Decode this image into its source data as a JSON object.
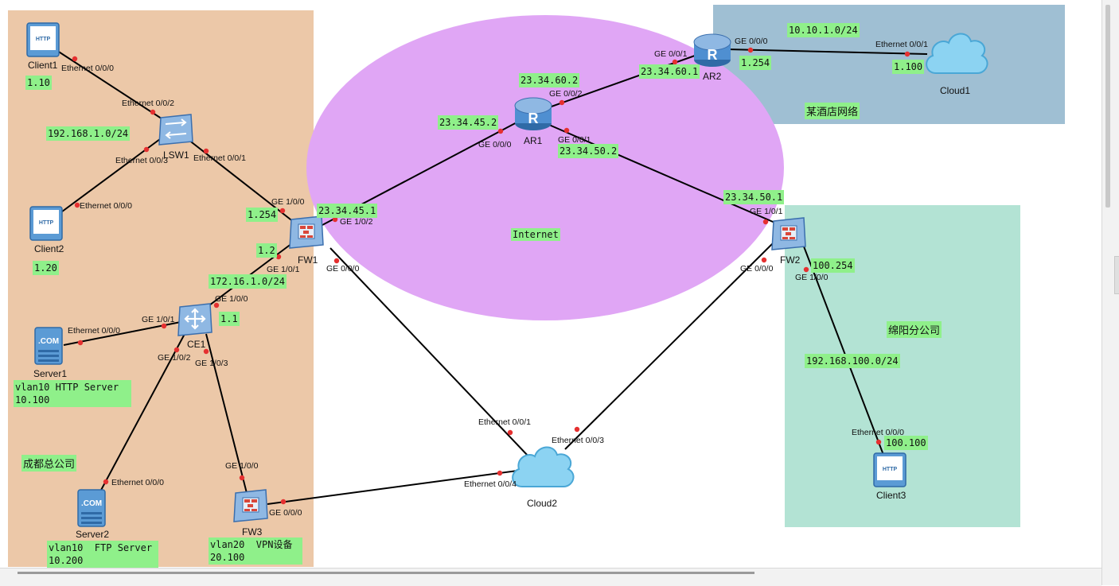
{
  "colors": {
    "hq": "#ecc8a8",
    "hotel": "#9fbfd3",
    "branch": "#b3e3d4",
    "internet": "#e0a6f5",
    "label_bg": "#8ff08a",
    "port_dot": "#e53030",
    "link": "#000000"
  },
  "zones": {
    "hq": "成都总公司",
    "hotel": "某酒店网络",
    "branch": "绵阳分公司",
    "internet": "Internet"
  },
  "devices": {
    "client1": "Client1",
    "client2": "Client2",
    "client3": "Client3",
    "lsw1": "LSW1",
    "fw1": "FW1",
    "fw2": "FW2",
    "fw3": "FW3",
    "ce1": "CE1",
    "server1": "Server1",
    "server2": "Server2",
    "ar1": "AR1",
    "ar2": "AR2",
    "cloud1": "Cloud1",
    "cloud2": "Cloud2"
  },
  "icons": {
    "client": "http-client-icon",
    "server": "com-server-icon",
    "switch": "switch-icon",
    "ce": "ce-switch-icon",
    "firewall": "firewall-icon",
    "router": "router-icon",
    "cloud": "cloud-icon"
  },
  "ports": {
    "client1_e000": "Ethernet 0/0/0",
    "lsw1_e002": "Ethernet 0/0/2",
    "lsw1_e003": "Ethernet 0/0/3",
    "lsw1_e001": "Ethernet 0/0/1",
    "client2_e000": "Ethernet 0/0/0",
    "fw1_ge100": "GE 1/0/0",
    "fw1_ge102": "GE 1/0/2",
    "fw1_ge101": "GE 1/0/1",
    "fw1_ge000": "GE 0/0/0",
    "ce1_ge100": "GE 1/0/0",
    "ce1_ge101": "GE 1/0/1",
    "ce1_ge102": "GE 1/0/2",
    "ce1_ge103": "GE 1/0/3",
    "server1_e000": "Ethernet 0/0/0",
    "server2_e000": "Ethernet 0/0/0",
    "fw3_ge100": "GE 1/0/0",
    "fw3_ge000": "GE 0/0/0",
    "ar1_ge000": "GE 0/0/0",
    "ar1_ge002": "GE 0/0/2",
    "ar1_ge001": "GE 0/0/1",
    "ar2_ge001": "GE 0/0/1",
    "ar2_ge000": "GE 0/0/0",
    "cloud1_e001": "Ethernet 0/0/1",
    "fw2_ge101": "GE 1/0/1",
    "fw2_ge000": "GE 0/0/0",
    "fw2_ge100": "GE 1/0/0",
    "client3_e000": "Ethernet 0/0/0",
    "cloud2_e001": "Ethernet 0/0/1",
    "cloud2_e003": "Ethernet 0/0/3",
    "cloud2_e004": "Ethernet 0/0/4"
  },
  "labels": {
    "client1_ip": "1.10",
    "net_192_1": "192.168.1.0/24",
    "client2_ip": "1.20",
    "fw1_1254": "1.254",
    "fw1_12": "1.2",
    "net_172": "172.16.1.0/24",
    "ce1_11": "1.1",
    "server1_info": "vlan10 HTTP Server\n10.100",
    "server2_info": "vlan10  FTP Server\n10.200",
    "fw3_info": "vlan20  VPN设备\n20.100",
    "fw1_wan": "23.34.45.1",
    "ar1_452": "23.34.45.2",
    "ar1_602": "23.34.60.2",
    "ar2_601": "23.34.60.1",
    "ar1_502": "23.34.50.2",
    "fw2_501": "23.34.50.1",
    "net_10_10": "10.10.1.0/24",
    "ar2_1254": "1.254",
    "cloud1_1100": "1.100",
    "fw2_100254": "100.254",
    "net_192_100": "192.168.100.0/24",
    "client3_ip": "100.100"
  }
}
